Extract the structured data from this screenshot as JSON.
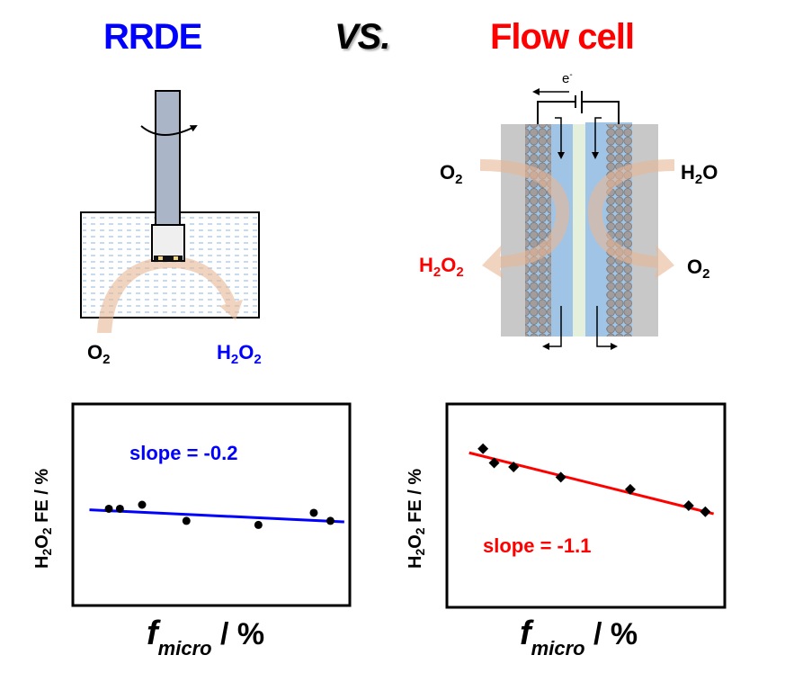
{
  "header": {
    "left_title": "RRDE",
    "middle_title": "VS.",
    "right_title": "Flow cell",
    "left_color": "#0000FF",
    "middle_color": "#000000",
    "right_color": "#FF0000"
  },
  "rrde_diagram": {
    "reactant": {
      "base": "O",
      "sub": "2"
    },
    "product": {
      "p1": "H",
      "s1": "2",
      "p2": "O",
      "s2": "2"
    },
    "product_color": "#0000FF",
    "icons": [
      "rotating-electrode-shaft",
      "rotation-arrow-icon",
      "electrolyte-tank",
      "reaction-flow-arrow-icon"
    ]
  },
  "flow_cell_diagram": {
    "electron_label": "e",
    "electron_sup": "-",
    "left_in": {
      "base": "O",
      "sub": "2"
    },
    "left_out": {
      "p1": "H",
      "s1": "2",
      "p2": "O",
      "s2": "2"
    },
    "left_out_color": "#FF0000",
    "right_in": {
      "p1": "H",
      "s1": "2",
      "p2": "O"
    },
    "right_out": {
      "base": "O",
      "sub": "2"
    },
    "icons": [
      "battery-icon",
      "electron-flow-arrow-icon",
      "gas-diffusion-electrode",
      "membrane",
      "electrolyte-channel"
    ]
  },
  "chart_data": [
    {
      "type": "scatter",
      "title": "",
      "xlabel": {
        "main": "f",
        "sub": "micro",
        "suffix": " / %"
      },
      "ylabel": {
        "p1": "H",
        "s1": "2",
        "p2": "O",
        "s2": "2",
        "rest": " FE / %"
      },
      "xlim": [
        0,
        100
      ],
      "ylim": [
        0,
        100
      ],
      "ticks": "none",
      "grid": false,
      "marker": "circle",
      "points": [
        {
          "x": 13,
          "y": 48
        },
        {
          "x": 17,
          "y": 48
        },
        {
          "x": 25,
          "y": 50
        },
        {
          "x": 41,
          "y": 42
        },
        {
          "x": 67,
          "y": 40
        },
        {
          "x": 87,
          "y": 46
        },
        {
          "x": 93,
          "y": 42
        }
      ],
      "fit_line": {
        "x": [
          6,
          98
        ],
        "y": [
          47.5,
          41.5
        ],
        "color": "#0000FF"
      },
      "annotation": "slope = -0.2",
      "annotation_color": "#0000FF",
      "annotation_position": "top-center"
    },
    {
      "type": "scatter",
      "title": "",
      "xlabel": {
        "main": "f",
        "sub": "micro",
        "suffix": " / %"
      },
      "ylabel": {
        "p1": "H",
        "s1": "2",
        "p2": "O",
        "s2": "2",
        "rest": " FE / %"
      },
      "xlim": [
        0,
        100
      ],
      "ylim": [
        0,
        100
      ],
      "ticks": "none",
      "grid": false,
      "marker": "diamond",
      "points": [
        {
          "x": 13,
          "y": 78
        },
        {
          "x": 17,
          "y": 71
        },
        {
          "x": 24,
          "y": 69
        },
        {
          "x": 41,
          "y": 64
        },
        {
          "x": 66,
          "y": 58
        },
        {
          "x": 87,
          "y": 50
        },
        {
          "x": 93,
          "y": 47
        }
      ],
      "fit_line": {
        "x": [
          8,
          96
        ],
        "y": [
          76,
          46
        ],
        "color": "#FF0000"
      },
      "annotation": "slope = -1.1",
      "annotation_color": "#FF0000",
      "annotation_position": "bottom-left"
    }
  ]
}
